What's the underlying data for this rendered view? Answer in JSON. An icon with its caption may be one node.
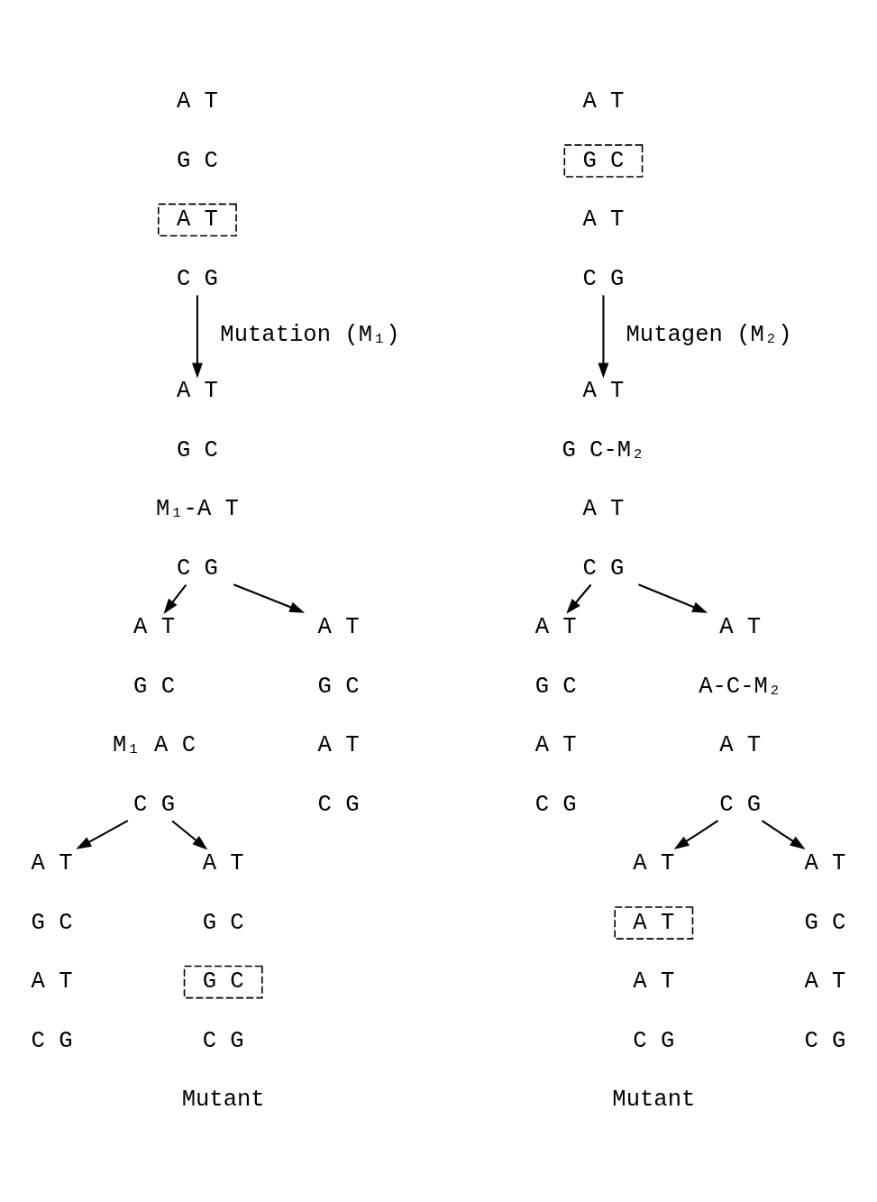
{
  "diagram": {
    "nodes": [
      {
        "text": [
          "A T"
        ]
      },
      {
        "text": [
          "G C"
        ]
      },
      {
        "text": [
          "A T"
        ]
      },
      {
        "text": [
          "C G"
        ]
      },
      {
        "text": [
          "A T"
        ]
      },
      {
        "text": [
          "G C"
        ]
      },
      {
        "text": [
          "M₁-A T"
        ]
      },
      {
        "text": [
          "C G"
        ]
      },
      {
        "text": [
          "A T"
        ]
      },
      {
        "text": [
          "G C"
        ]
      },
      {
        "text": [
          "M₁ A C"
        ]
      },
      {
        "text": [
          "C G"
        ]
      },
      {
        "text": [
          "A T"
        ]
      },
      {
        "text": [
          "G C"
        ]
      },
      {
        "text": [
          "A T"
        ]
      },
      {
        "text": [
          "C G"
        ]
      },
      {
        "text": [
          "A T"
        ]
      },
      {
        "text": [
          "G C"
        ]
      },
      {
        "text": [
          "A T"
        ]
      },
      {
        "text": [
          "C G"
        ]
      },
      {
        "text": [
          "A T"
        ]
      },
      {
        "text": [
          "G C"
        ]
      },
      {
        "text": [
          "G C"
        ]
      },
      {
        "text": [
          "C G"
        ]
      },
      {
        "text": [
          "A T"
        ]
      },
      {
        "text": [
          "G C"
        ]
      },
      {
        "text": [
          "A T"
        ]
      },
      {
        "text": [
          "C G"
        ]
      },
      {
        "text": [
          "A T"
        ]
      },
      {
        "text": [
          "G C-M₂"
        ]
      },
      {
        "text": [
          "A T"
        ]
      },
      {
        "text": [
          "C G"
        ]
      },
      {
        "text": [
          "A T"
        ]
      },
      {
        "text": [
          "G C"
        ]
      },
      {
        "text": [
          "A T"
        ]
      },
      {
        "text": [
          "C G"
        ]
      },
      {
        "text": [
          "A T"
        ]
      },
      {
        "text": [
          "A-C-M₂"
        ]
      },
      {
        "text": [
          "A T"
        ]
      },
      {
        "text": [
          "C G"
        ]
      },
      {
        "text": [
          "A T"
        ]
      },
      {
        "text": [
          "A T"
        ]
      },
      {
        "text": [
          "A T"
        ]
      },
      {
        "text": [
          "C G"
        ]
      },
      {
        "text": [
          "A T"
        ]
      },
      {
        "text": [
          "G C"
        ]
      },
      {
        "text": [
          "A T"
        ]
      },
      {
        "text": [
          "C G"
        ]
      }
    ],
    "edges": [
      {
        "from": 3,
        "to": 4,
        "arrow": "to",
        "label": "Mutation (M₁)"
      },
      {
        "from": 7,
        "to": 8,
        "arrow": "to"
      },
      {
        "from": 7,
        "to": 12,
        "arrow": "to"
      },
      {
        "from": 11,
        "to": 16,
        "arrow": "to"
      },
      {
        "from": 11,
        "to": 20,
        "arrow": "to"
      },
      {
        "from": 27,
        "to": 28,
        "arrow": "to",
        "label": "Mutagen (M₂)"
      },
      {
        "from": 31,
        "to": 32,
        "arrow": "to"
      },
      {
        "from": 31,
        "to": 36,
        "arrow": "to"
      },
      {
        "from": 39,
        "to": 40,
        "arrow": "to"
      },
      {
        "from": 39,
        "to": 44,
        "arrow": "to"
      }
    ],
    "labels": [
      "Mutant",
      "Mutant"
    ]
  }
}
